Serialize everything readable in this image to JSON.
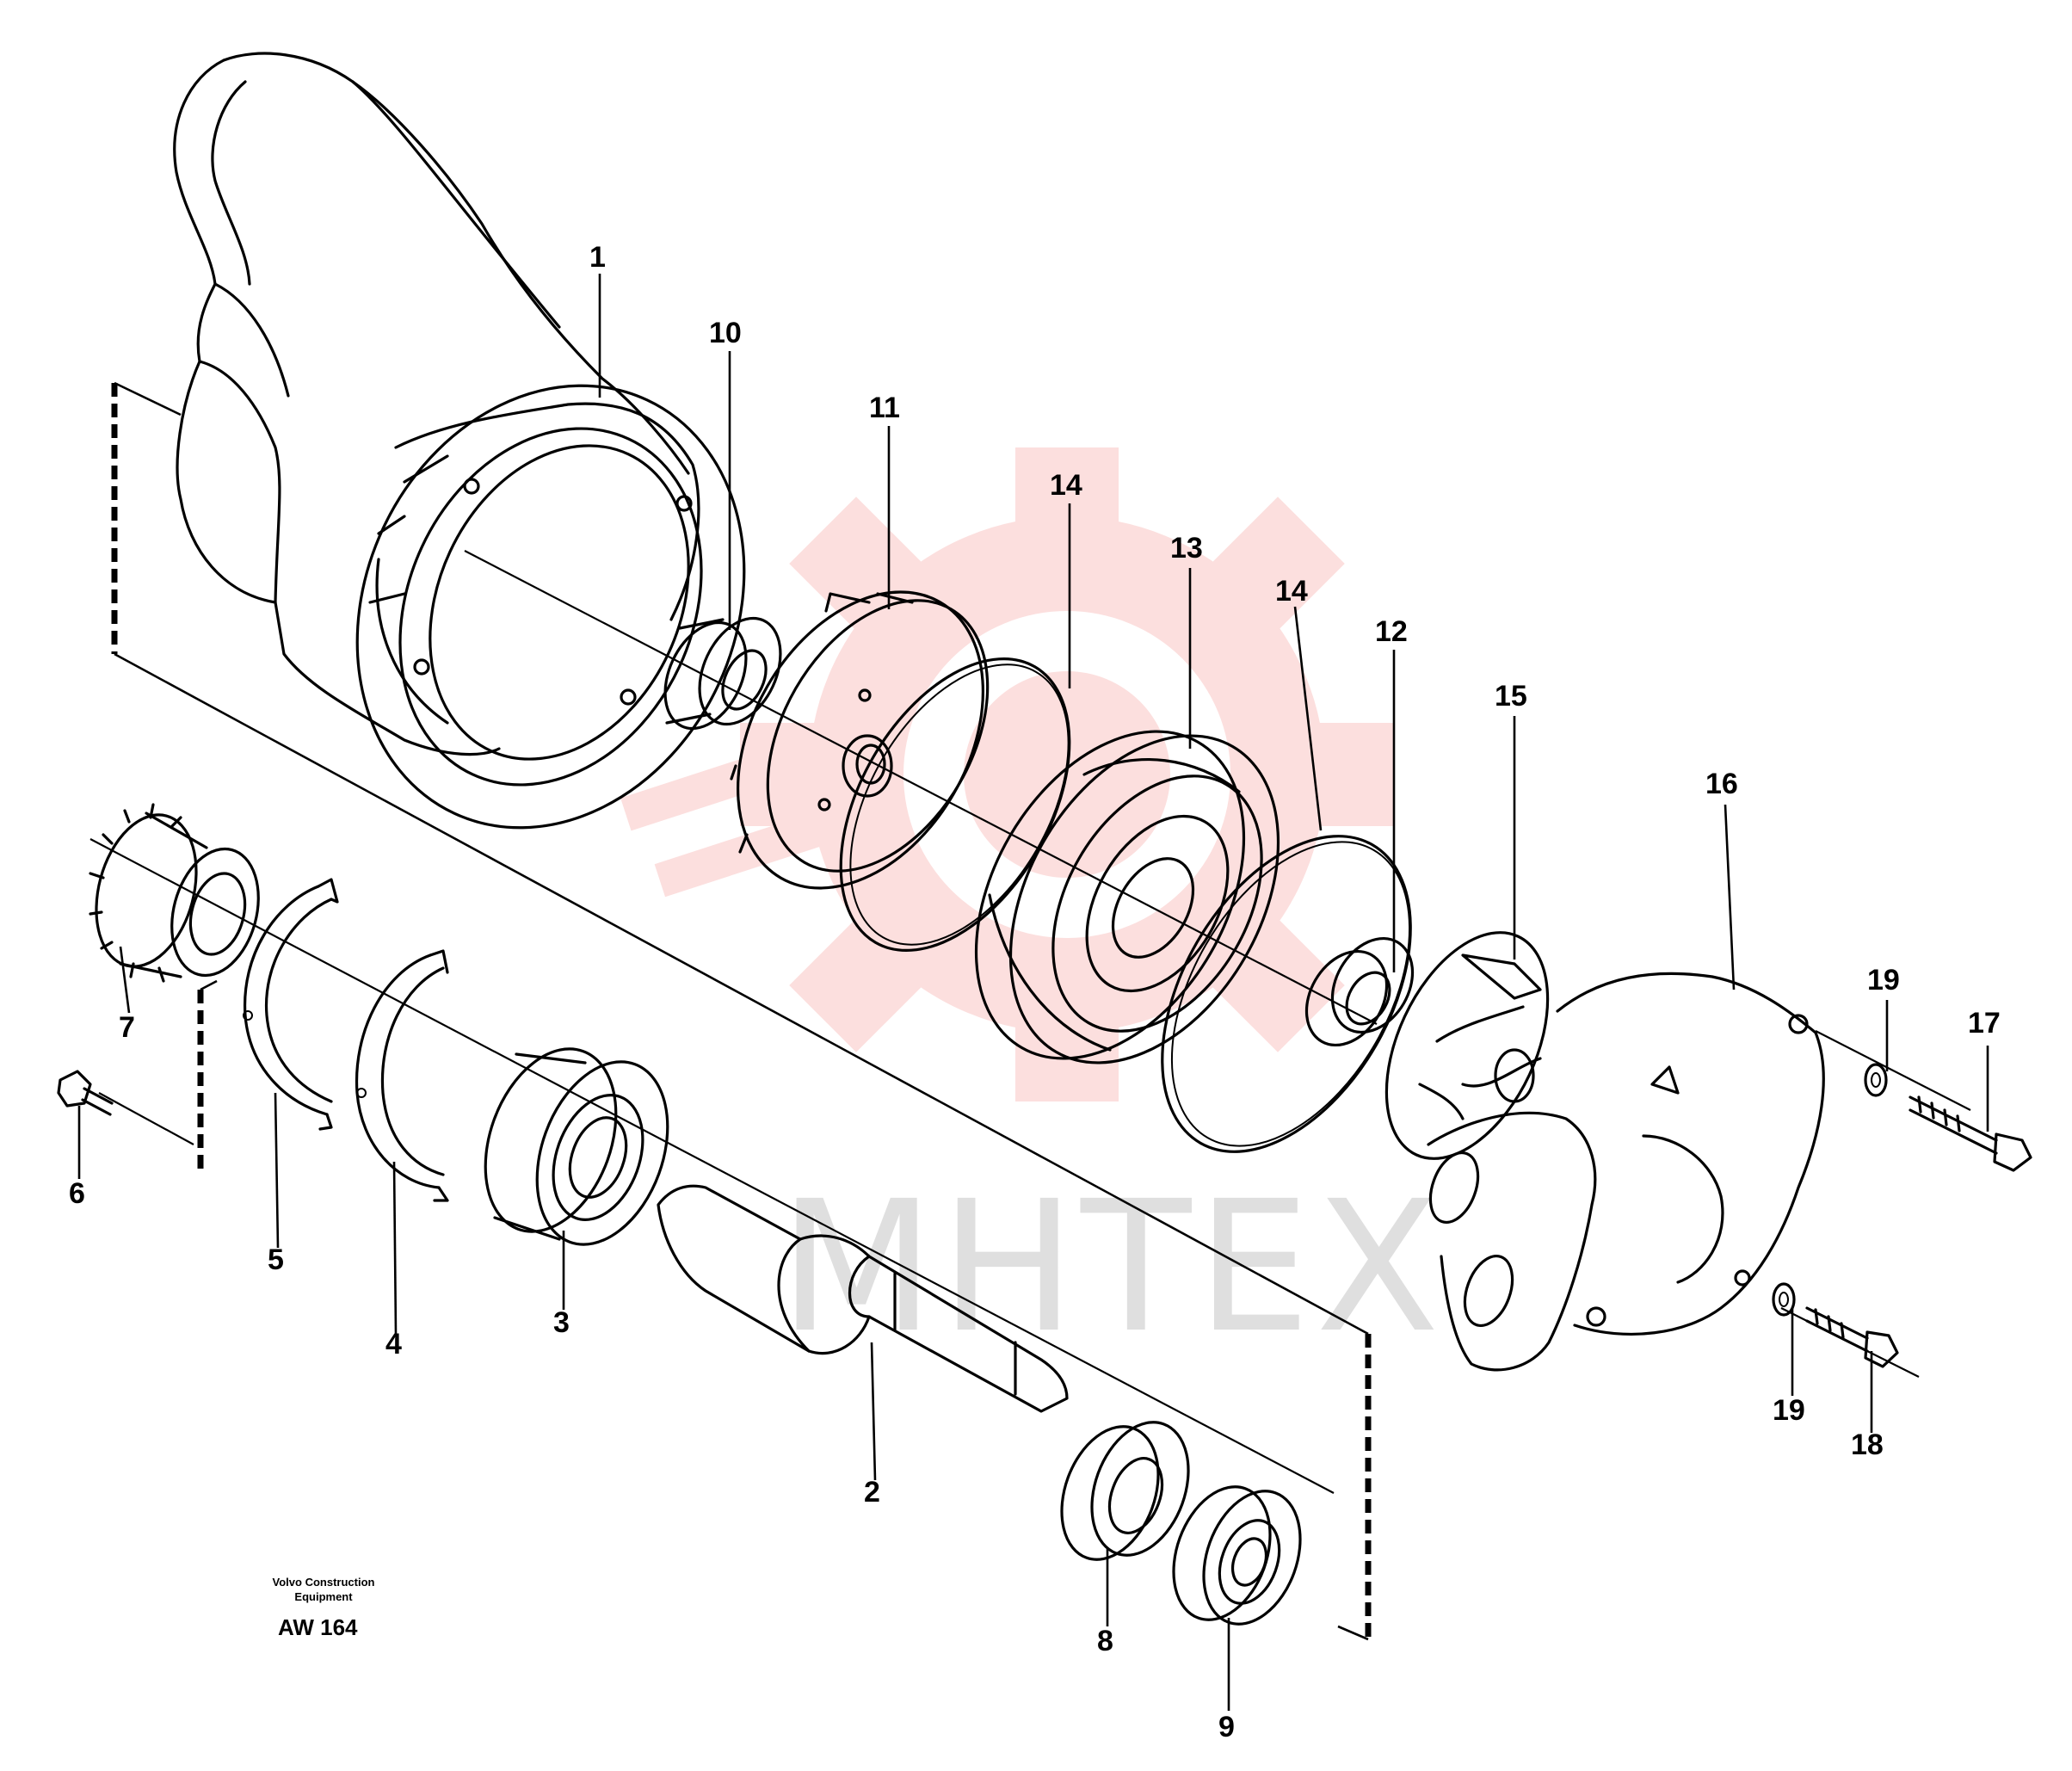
{
  "diagram": {
    "callouts": [
      {
        "id": "1",
        "label": "1"
      },
      {
        "id": "2",
        "label": "2"
      },
      {
        "id": "3",
        "label": "3"
      },
      {
        "id": "4",
        "label": "4"
      },
      {
        "id": "5",
        "label": "5"
      },
      {
        "id": "6",
        "label": "6"
      },
      {
        "id": "7",
        "label": "7"
      },
      {
        "id": "8",
        "label": "8"
      },
      {
        "id": "9",
        "label": "9"
      },
      {
        "id": "10",
        "label": "10"
      },
      {
        "id": "11",
        "label": "11"
      },
      {
        "id": "12",
        "label": "12"
      },
      {
        "id": "13",
        "label": "13"
      },
      {
        "id": "14a",
        "label": "14"
      },
      {
        "id": "14b",
        "label": "14"
      },
      {
        "id": "15",
        "label": "15"
      },
      {
        "id": "16",
        "label": "16"
      },
      {
        "id": "17",
        "label": "17"
      },
      {
        "id": "18",
        "label": "18"
      },
      {
        "id": "19a",
        "label": "19"
      },
      {
        "id": "19b",
        "label": "19"
      }
    ],
    "caption": {
      "line1": "Volvo Construction",
      "line2": "Equipment",
      "code": "AW 164"
    },
    "watermark": {
      "text": "MHTEX",
      "color": "#e8352e"
    }
  }
}
